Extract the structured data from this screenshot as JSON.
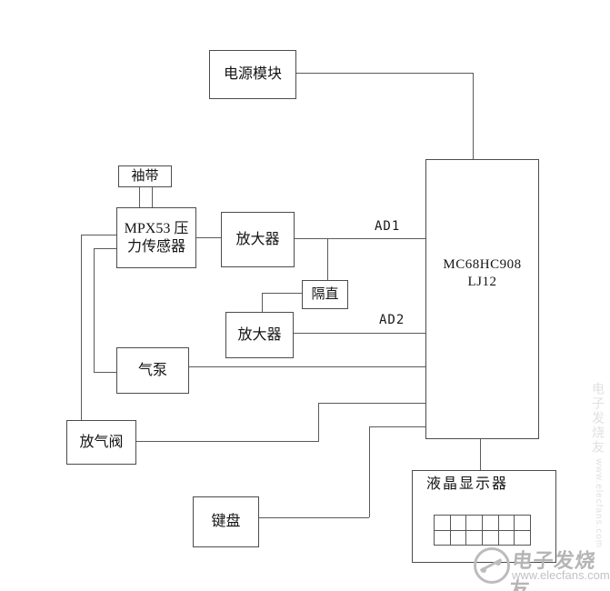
{
  "diagram": {
    "blocks": {
      "power_module": {
        "label": "电源模块"
      },
      "cuff": {
        "label": "袖带"
      },
      "pressure_sensor": {
        "line1": "MPX53 压",
        "line2": "力传感器"
      },
      "amplifier_1": {
        "label": "放大器"
      },
      "dc_block": {
        "label": "隔直"
      },
      "amplifier_2": {
        "label": "放大器"
      },
      "air_pump": {
        "label": "气泵"
      },
      "deflation_valve": {
        "label": "放气阀"
      },
      "keyboard": {
        "label": "键盘"
      },
      "mcu": {
        "line1": "MC68HC908",
        "line2": "LJ12"
      },
      "lcd_display": {
        "label": "液晶显示器"
      }
    },
    "signal_labels": {
      "ad1": "AD1",
      "ad2": "AD2"
    }
  },
  "watermark": {
    "brand": "电子发烧友",
    "url": "www.elecfans.com"
  },
  "colors": {
    "line": "#5a5a5a",
    "box_border": "#4c4c4c",
    "background": "#ffffff",
    "text": "#141414",
    "watermark_gray": "#bcbcbc"
  }
}
